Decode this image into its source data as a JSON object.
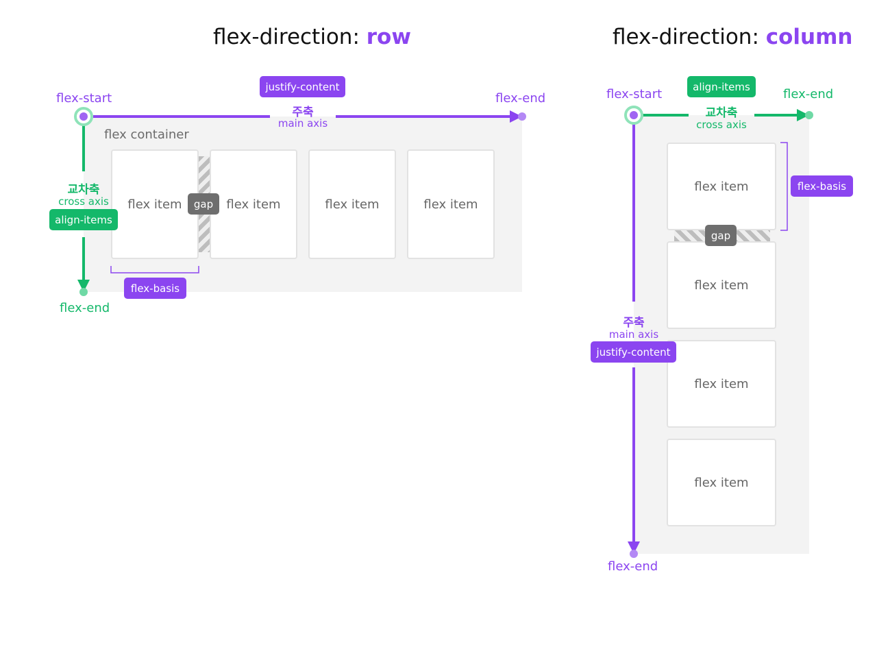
{
  "row_diagram": {
    "title_prefix": "flex-direction: ",
    "title_value": "row",
    "main_axis": {
      "korean": "주축",
      "english": "main axis",
      "start": "flex-start",
      "end": "flex-end"
    },
    "cross_axis": {
      "korean": "교차축",
      "english": "cross axis",
      "end": "flex-end"
    },
    "container_label": "flex container",
    "justify_label": "justify-content",
    "align_label": "align-items",
    "basis_label": "flex-basis",
    "gap_label": "gap",
    "items": [
      "flex item",
      "flex item",
      "flex item",
      "flex item"
    ]
  },
  "column_diagram": {
    "title_prefix": "flex-direction: ",
    "title_value": "column",
    "cross_axis": {
      "korean": "교차축",
      "english": "cross axis",
      "start": "flex-start",
      "end": "flex-end"
    },
    "main_axis": {
      "korean": "주축",
      "english": "main axis",
      "end": "flex-end"
    },
    "align_label": "align-items",
    "justify_label": "justify-content",
    "basis_label": "flex-basis",
    "gap_label": "gap",
    "items": [
      "flex item",
      "flex item",
      "flex item",
      "flex item"
    ]
  },
  "colors": {
    "main": "#8b45f0",
    "cross": "#14b86a",
    "container": "#f3f3f3",
    "gap": "#6e6e6e"
  }
}
